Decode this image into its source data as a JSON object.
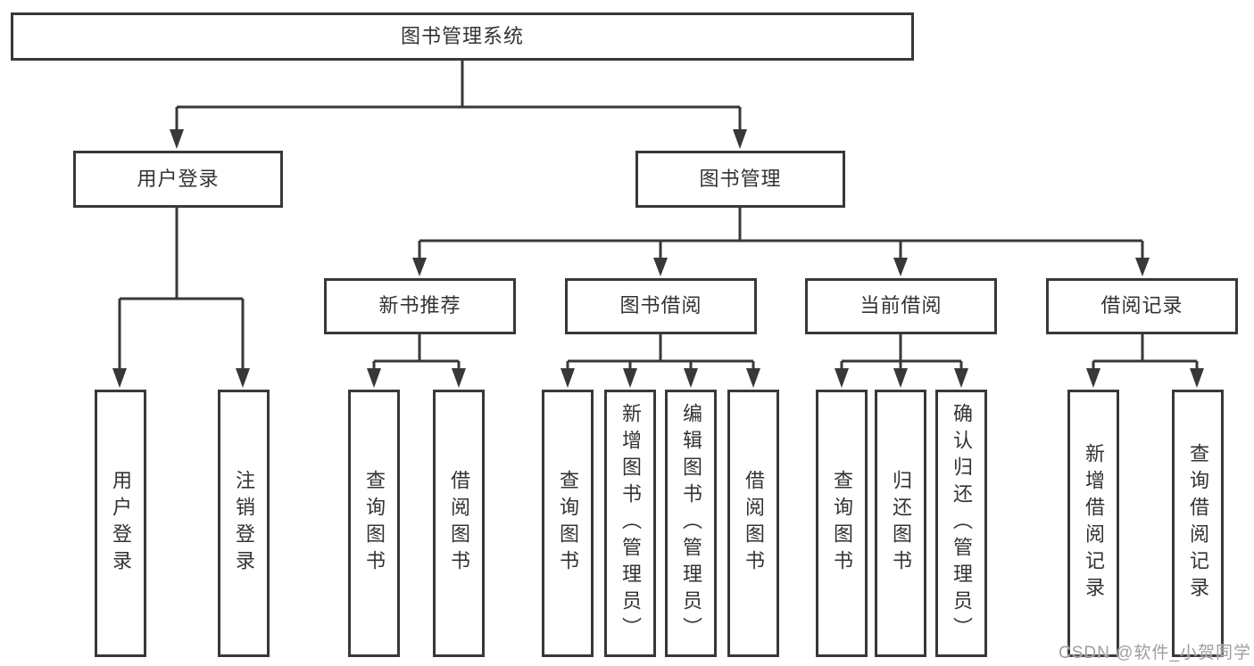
{
  "nodes": {
    "root": "图书管理系统",
    "user_login": "用户登录",
    "book_management": "图书管理",
    "new_book_recommend": "新书推荐",
    "book_borrowing": "图书借阅",
    "current_borrowing": "当前借阅",
    "borrow_records": "借阅记录",
    "login_leaf": "用户登录",
    "logout_leaf": "注销登录",
    "recommend_query": "查询图书",
    "recommend_borrow": "借阅图书",
    "borrowing_query": "查询图书",
    "borrowing_add": "新增图书（管理员）",
    "borrowing_edit": "编辑图书（管理员）",
    "borrowing_borrow": "借阅图书",
    "current_query": "查询图书",
    "current_return": "归还图书",
    "current_confirm": "确认归还（管理员）",
    "records_add": "新增借阅记录",
    "records_query": "查询借阅记录"
  },
  "watermark": "CSDN @软件_小贺同学",
  "colors": {
    "line": "#383838",
    "text": "#333333",
    "background": "#ffffff"
  }
}
